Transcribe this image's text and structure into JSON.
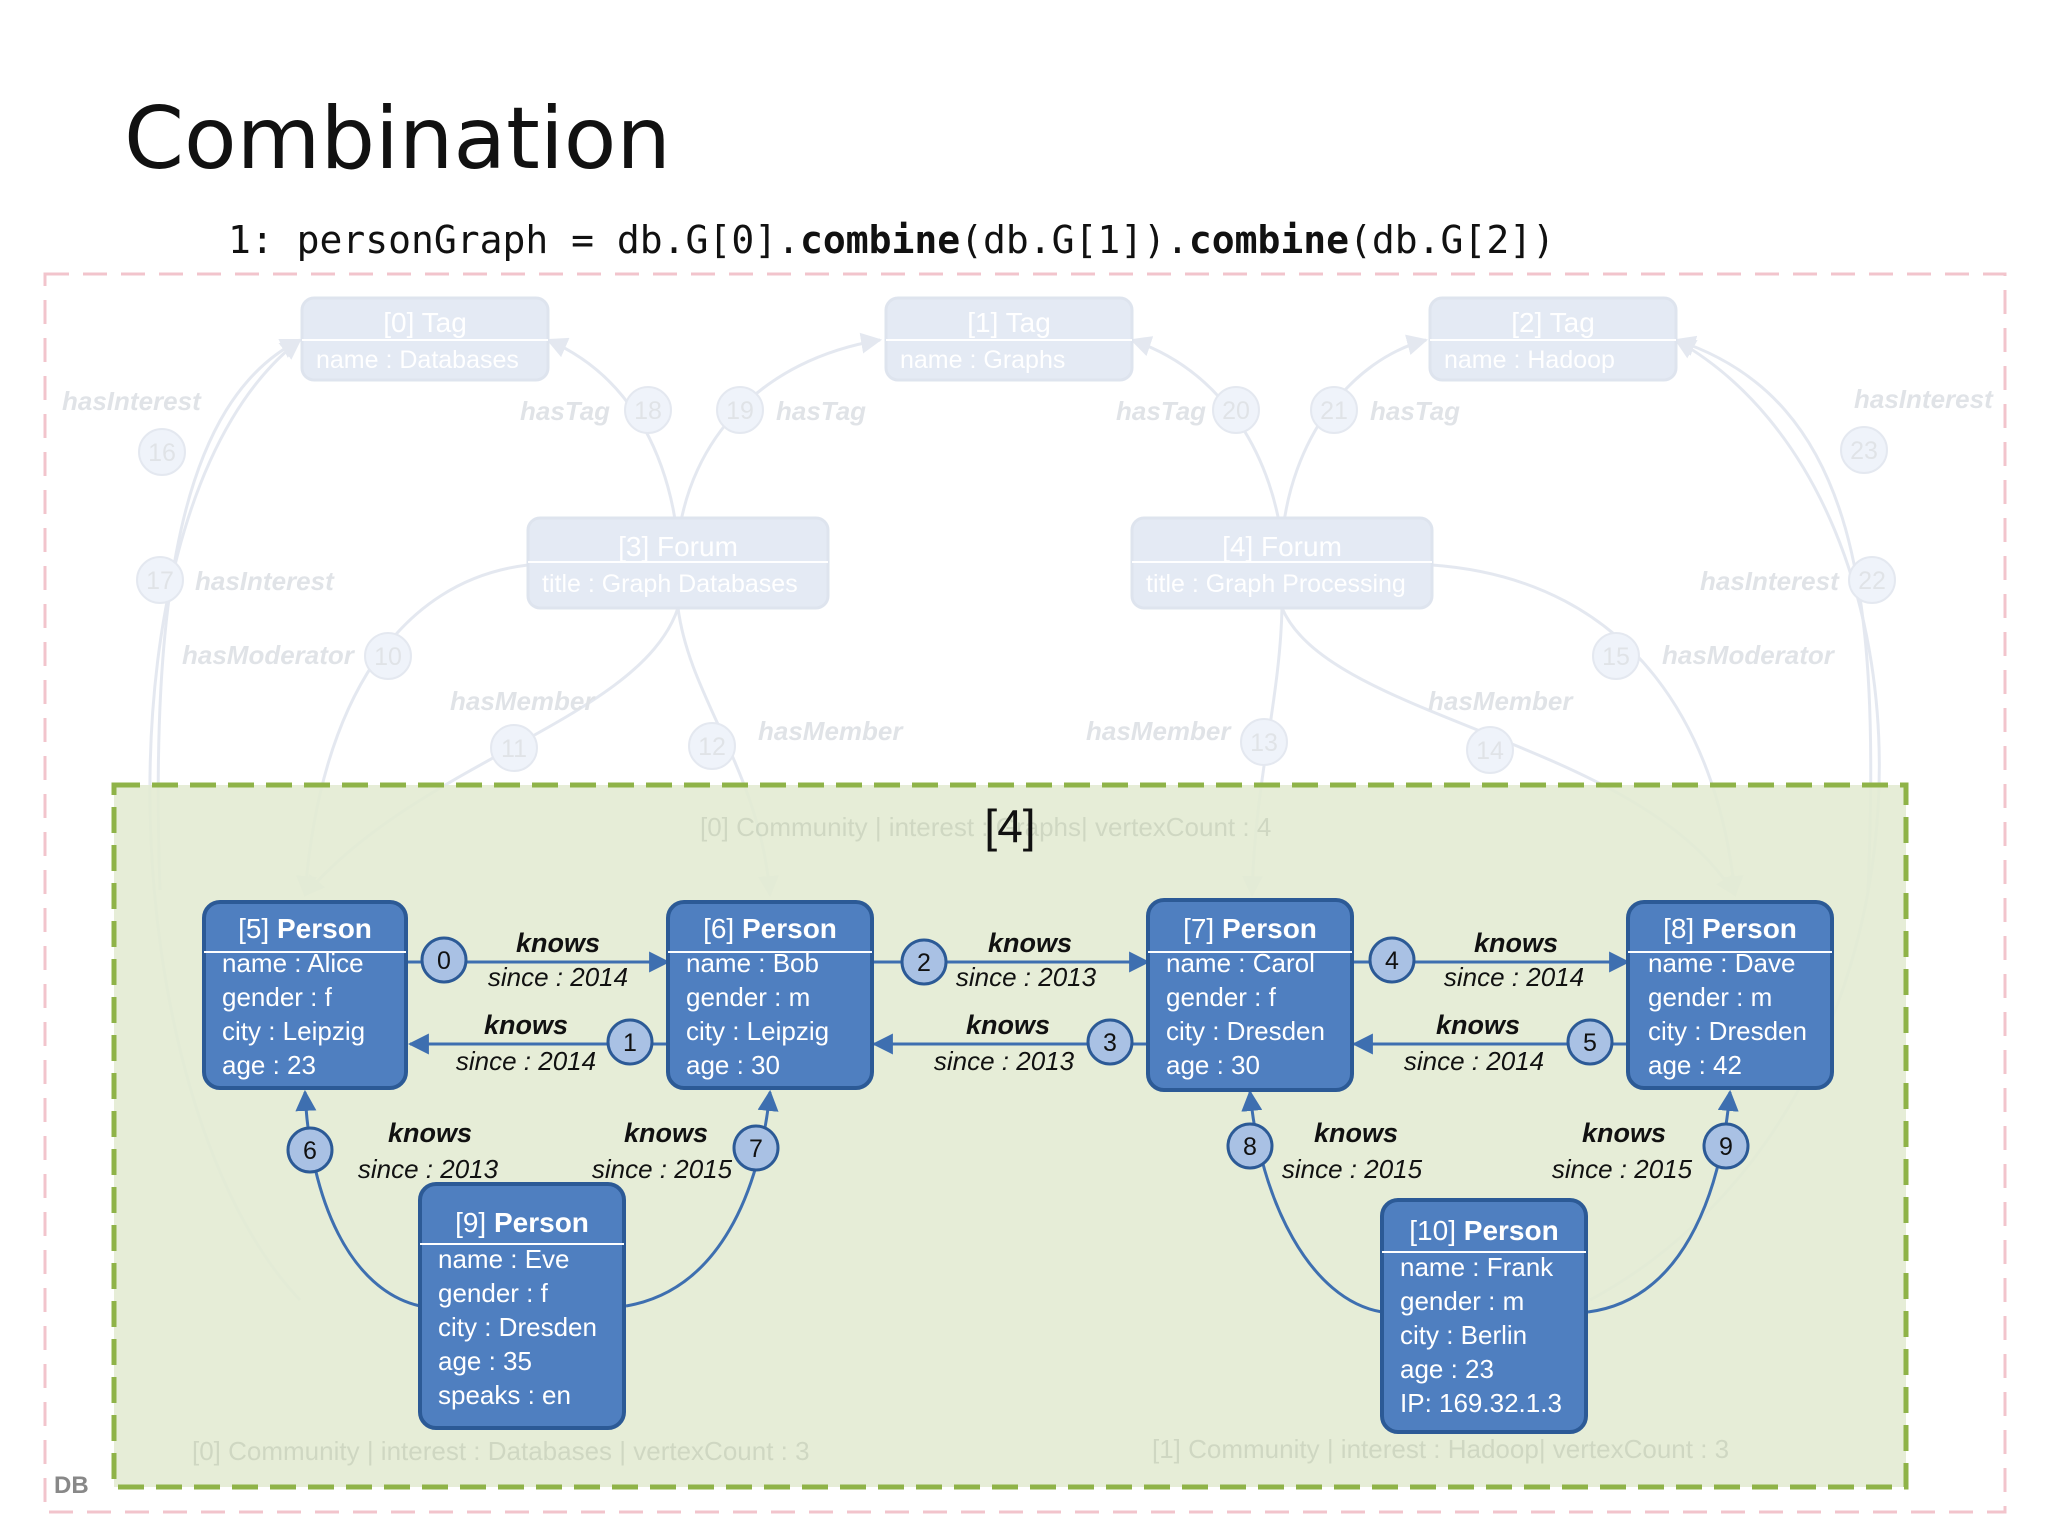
{
  "title": "Combination",
  "code": {
    "prefix": "1: personGraph = db.G[0].",
    "m1": "combine",
    "a1": "(db.G[1]).",
    "m2": "combine",
    "a2": "(db.G[2])"
  },
  "db_label": "DB",
  "result_graph_id": "[4]",
  "background_graphs": [
    "[0] Community | interest : Graphs| vertexCount : 4",
    "[0] Community | interest : Databases | vertexCount : 3",
    "[1] Community | interest : Hadoop| vertexCount : 3"
  ],
  "colors": {
    "node": "#4f7fc0",
    "node_border": "#2c5a96",
    "edge": "#3e6fb0",
    "badge": "#a9c1e4",
    "graph_fill": "#e3ebd1",
    "graph_border": "#8fb348",
    "db_border": "#f2c4cc"
  },
  "bg_nodes": [
    {
      "header": "[0] Tag",
      "prop": "name : Databases"
    },
    {
      "header": "[1] Tag",
      "prop": "name : Graphs"
    },
    {
      "header": "[2] Tag",
      "prop": "name : Hadoop"
    },
    {
      "header": "[3] Forum",
      "prop": "title : Graph Databases"
    },
    {
      "header": "[4] Forum",
      "prop": "title : Graph Processing"
    }
  ],
  "bg_edges": [
    {
      "id": "16",
      "label": "hasInterest"
    },
    {
      "id": "17",
      "label": "hasInterest"
    },
    {
      "id": "18",
      "label": "hasTag"
    },
    {
      "id": "19",
      "label": "hasTag"
    },
    {
      "id": "20",
      "label": "hasTag"
    },
    {
      "id": "21",
      "label": "hasTag"
    },
    {
      "id": "23",
      "label": "hasInterest"
    },
    {
      "id": "22",
      "label": "hasInterest"
    },
    {
      "id": "10",
      "label": "hasModerator"
    },
    {
      "id": "15",
      "label": "hasModerator"
    },
    {
      "id": "11",
      "label": "hasMember"
    },
    {
      "id": "12",
      "label": "hasMember"
    },
    {
      "id": "13",
      "label": "hasMember"
    },
    {
      "id": "14",
      "label": "hasMember"
    }
  ],
  "persons": [
    {
      "id": "[5]",
      "label": "Person",
      "props": [
        "name : Alice",
        "gender : f",
        "city : Leipzig",
        "age : 23"
      ]
    },
    {
      "id": "[6]",
      "label": "Person",
      "props": [
        "name : Bob",
        "gender : m",
        "city : Leipzig",
        "age : 30"
      ]
    },
    {
      "id": "[7]",
      "label": "Person",
      "props": [
        "name : Carol",
        "gender : f",
        "city : Dresden",
        "age : 30"
      ]
    },
    {
      "id": "[8]",
      "label": "Person",
      "props": [
        "name : Dave",
        "gender : m",
        "city : Dresden",
        "age : 42"
      ]
    },
    {
      "id": "[9]",
      "label": "Person",
      "props": [
        "name : Eve",
        "gender : f",
        "city : Dresden",
        "age : 35",
        "speaks : en"
      ]
    },
    {
      "id": "[10]",
      "label": "Person",
      "props": [
        "name : Frank",
        "gender : m",
        "city : Berlin",
        "age : 23",
        "IP: 169.32.1.3"
      ]
    }
  ],
  "knows_edges": [
    {
      "id": "0",
      "label": "knows",
      "prop": "since : 2014"
    },
    {
      "id": "1",
      "label": "knows",
      "prop": "since : 2014"
    },
    {
      "id": "2",
      "label": "knows",
      "prop": "since : 2013"
    },
    {
      "id": "3",
      "label": "knows",
      "prop": "since : 2013"
    },
    {
      "id": "4",
      "label": "knows",
      "prop": "since : 2014"
    },
    {
      "id": "5",
      "label": "knows",
      "prop": "since : 2014"
    },
    {
      "id": "6",
      "label": "knows",
      "prop": "since : 2013"
    },
    {
      "id": "7",
      "label": "knows",
      "prop": "since : 2015"
    },
    {
      "id": "8",
      "label": "knows",
      "prop": "since : 2015"
    },
    {
      "id": "9",
      "label": "knows",
      "prop": "since : 2015"
    }
  ]
}
